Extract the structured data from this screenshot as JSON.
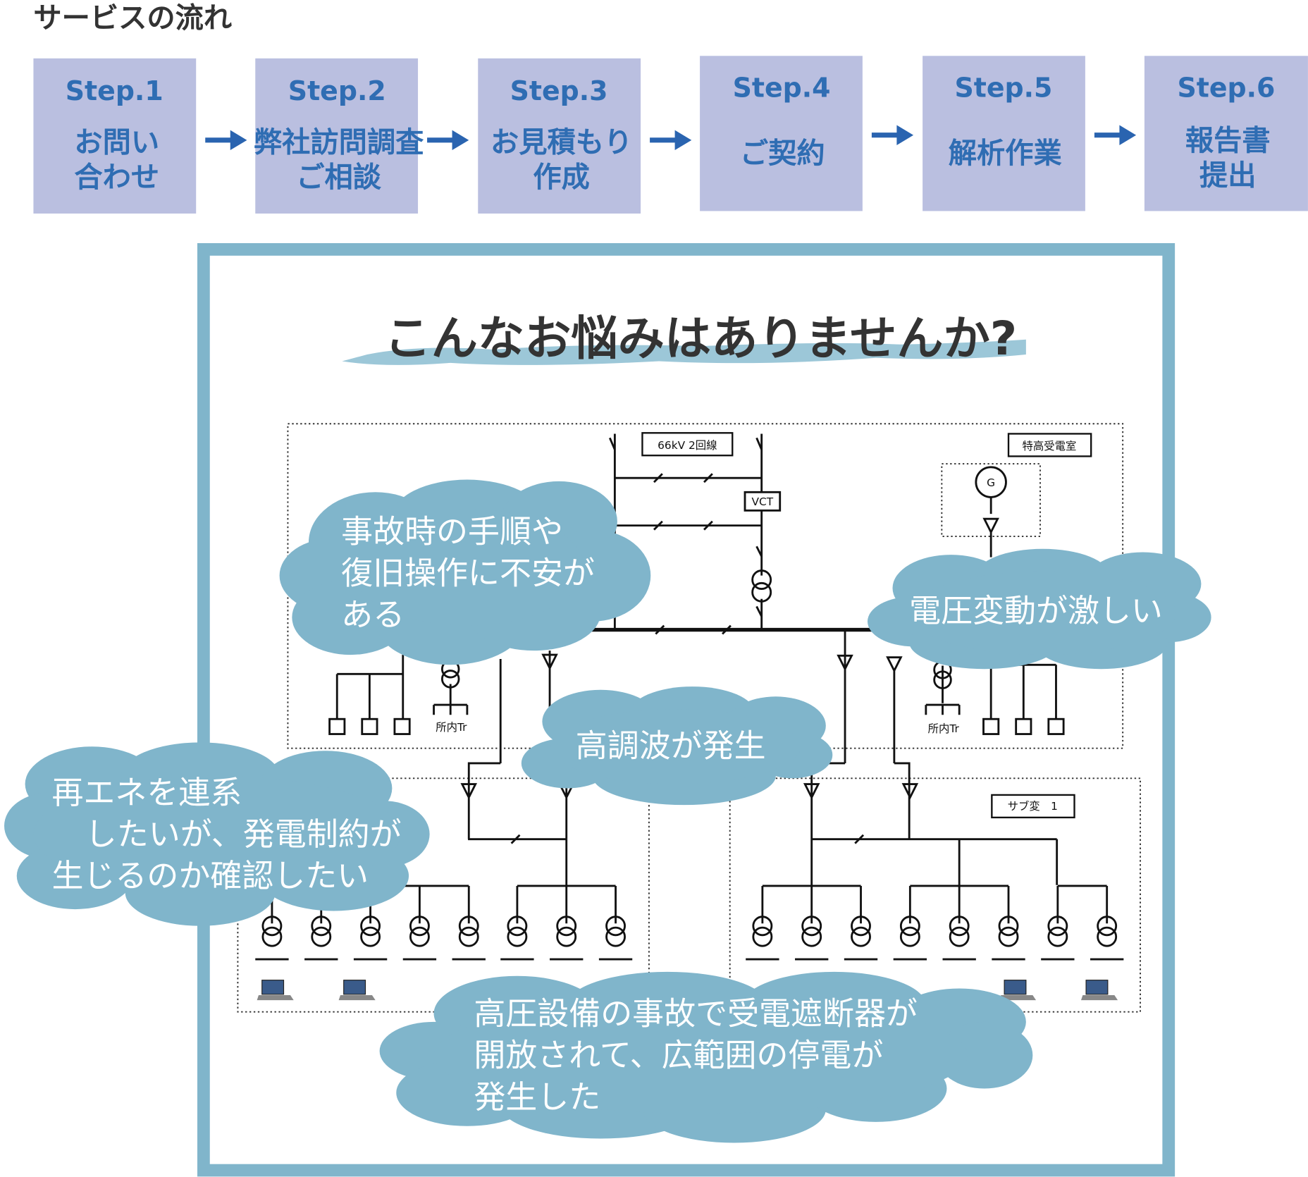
{
  "section_title": "サービスの流れ",
  "steps": [
    {
      "title": "Step.1",
      "lines": [
        "お問い",
        "合わせ"
      ]
    },
    {
      "title": "Step.2",
      "lines": [
        "弊社訪問調査",
        "ご相談"
      ]
    },
    {
      "title": "Step.3",
      "lines": [
        "お見積もり",
        "作成"
      ]
    },
    {
      "title": "Step.4",
      "lines": [
        "ご契約"
      ]
    },
    {
      "title": "Step.5",
      "lines": [
        "解析作業"
      ]
    },
    {
      "title": "Step.6",
      "lines": [
        "報告書",
        "提出"
      ]
    }
  ],
  "panel": {
    "heading": "こんなお悩みはありませんか?",
    "diagram_labels": {
      "line": "66kV  2回線",
      "substation": "特高受電室",
      "vct": "VCT",
      "generator": "G",
      "house_tr_left": "所内Tr",
      "house_tr_right": "所内Tr",
      "sub_station": "サブ変　1"
    },
    "concerns": [
      {
        "lines": [
          "事故時の手順や",
          "復旧操作に不安が",
          "ある"
        ]
      },
      {
        "lines": [
          "電圧変動が激しい"
        ]
      },
      {
        "lines": [
          "高調波が発生"
        ]
      },
      {
        "lines": [
          "再エネを連系",
          "したいが、発電制約が",
          "生じるのか確認したい"
        ]
      },
      {
        "lines": [
          "高圧設備の事故で受電遮断器が",
          "開放されて、広範囲の停電が",
          "発生した"
        ]
      }
    ]
  },
  "colors": {
    "step_bg": "#babfe0",
    "step_text": "#2f6db3",
    "arrow": "#2a64b0",
    "frame": "#80b5cb",
    "cloud": "#80b5cb"
  }
}
